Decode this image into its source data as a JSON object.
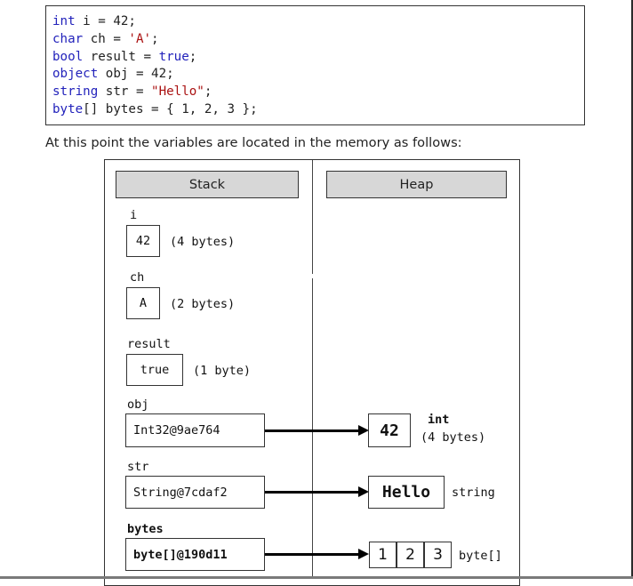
{
  "code": {
    "lines": [
      [
        {
          "t": "int",
          "c": "kw"
        },
        {
          "t": " i = 42;",
          "c": ""
        }
      ],
      [
        {
          "t": "char",
          "c": "kw"
        },
        {
          "t": " ch = ",
          "c": ""
        },
        {
          "t": "'A'",
          "c": "str"
        },
        {
          "t": ";",
          "c": ""
        }
      ],
      [
        {
          "t": "bool",
          "c": "kw"
        },
        {
          "t": " result = ",
          "c": ""
        },
        {
          "t": "true",
          "c": "kw"
        },
        {
          "t": ";",
          "c": ""
        }
      ],
      [
        {
          "t": "object",
          "c": "kw"
        },
        {
          "t": " obj = 42;",
          "c": ""
        }
      ],
      [
        {
          "t": "string",
          "c": "kw"
        },
        {
          "t": " str = ",
          "c": ""
        },
        {
          "t": "\"Hello\"",
          "c": "str"
        },
        {
          "t": ";",
          "c": ""
        }
      ],
      [
        {
          "t": "byte",
          "c": "kw"
        },
        {
          "t": "[] bytes = { 1, 2, 3 };",
          "c": ""
        }
      ]
    ]
  },
  "intro_text": "At this point the variables are located in the memory as follows:",
  "diagram": {
    "stack_header": "Stack",
    "heap_header": "Heap",
    "vars": {
      "i": {
        "name": "i",
        "value": "42",
        "size": "(4 bytes)"
      },
      "ch": {
        "name": "ch",
        "value": "A",
        "size": "(2 bytes)"
      },
      "result": {
        "name": "result",
        "value": "true",
        "size": "(1 byte)"
      },
      "obj": {
        "name": "obj",
        "value": "Int32@9ae764"
      },
      "str": {
        "name": "str",
        "value": "String@7cdaf2"
      },
      "bytes": {
        "name": "bytes",
        "value": "byte[]@190d11"
      }
    },
    "heap": {
      "obj_value": "42",
      "obj_type": "int",
      "obj_size": "(4 bytes)",
      "str_value": "Hello",
      "str_type": "string",
      "bytes_values": [
        "1",
        "2",
        "3"
      ],
      "bytes_type": "byte[]"
    }
  }
}
